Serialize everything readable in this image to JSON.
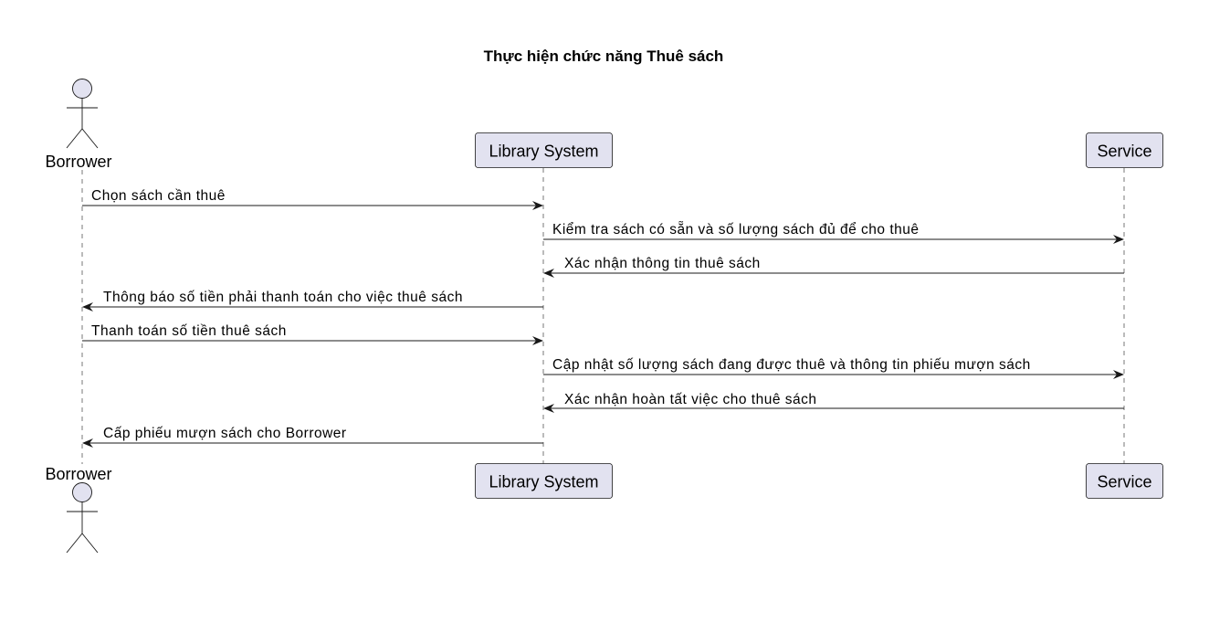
{
  "diagram": {
    "title": "Thực hiện chức năng Thuê sách",
    "participants": [
      {
        "id": "borrower",
        "label": "Borrower",
        "kind": "actor"
      },
      {
        "id": "library",
        "label": "Library System",
        "kind": "participant"
      },
      {
        "id": "service",
        "label": "Service",
        "kind": "participant"
      }
    ],
    "messages": [
      {
        "from": "borrower",
        "to": "library",
        "label": "Chọn sách cần thuê"
      },
      {
        "from": "library",
        "to": "service",
        "label": "Kiểm tra sách có sẵn và số lượng sách đủ để cho thuê"
      },
      {
        "from": "service",
        "to": "library",
        "label": "Xác nhận thông tin thuê sách"
      },
      {
        "from": "library",
        "to": "borrower",
        "label": "Thông báo số tiền phải thanh toán cho việc thuê sách"
      },
      {
        "from": "borrower",
        "to": "library",
        "label": "Thanh toán số tiền thuê sách"
      },
      {
        "from": "library",
        "to": "service",
        "label": "Cập nhật số lượng sách đang được thuê và thông tin phiếu mượn sách"
      },
      {
        "from": "service",
        "to": "library",
        "label": "Xác nhận hoàn tất việc cho thuê sách"
      },
      {
        "from": "library",
        "to": "borrower",
        "label": "Cấp phiếu mượn sách cho Borrower"
      }
    ],
    "colors": {
      "participant_fill": "#E2E2F0",
      "stroke": "#181818",
      "lifeline": "#777777"
    }
  }
}
